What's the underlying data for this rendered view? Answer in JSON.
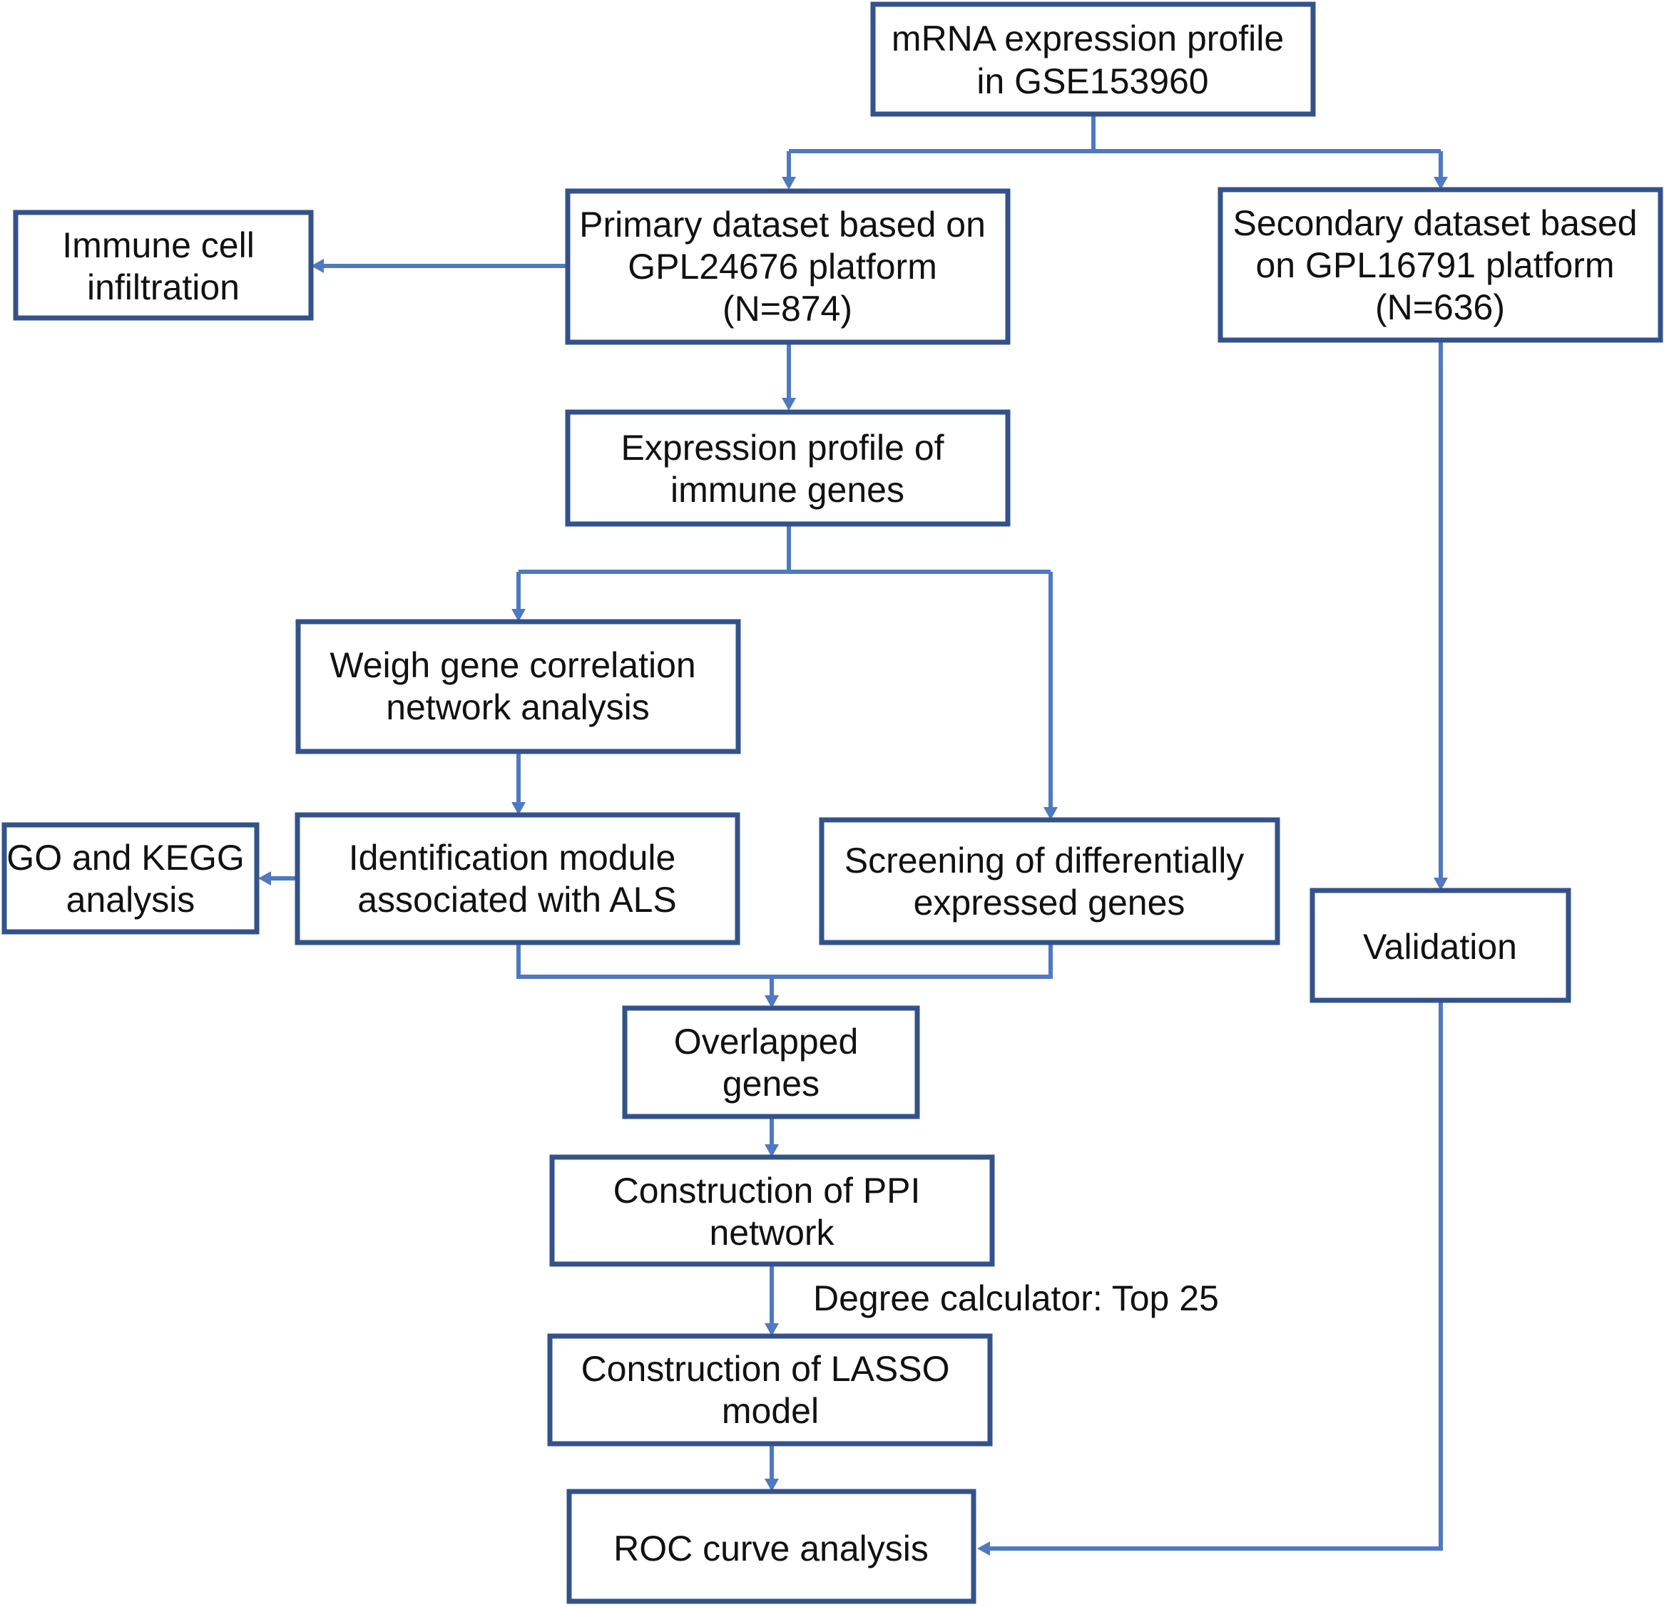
{
  "colors": {
    "box_border": "#34528a",
    "connector": "#4f79c0",
    "text": "#111111",
    "background": "#ffffff"
  },
  "nodes": {
    "mrna": {
      "lines": [
        "mRNA expression profile",
        "in GSE153960"
      ]
    },
    "primary": {
      "lines": [
        "Primary dataset based on",
        "GPL24676 platform",
        "(N=874)"
      ]
    },
    "secondary": {
      "lines": [
        "Secondary dataset based",
        "on GPL16791 platform",
        "(N=636)"
      ]
    },
    "immune_cell": {
      "lines": [
        "Immune cell",
        "infiltration"
      ]
    },
    "expression": {
      "lines": [
        "Expression profile of",
        "immune genes"
      ]
    },
    "wgcna": {
      "lines": [
        "Weigh gene correlation",
        "network analysis"
      ]
    },
    "identification": {
      "lines": [
        "Identification module",
        "associated with ALS"
      ]
    },
    "go_kegg": {
      "lines": [
        "GO and KEGG",
        "analysis"
      ]
    },
    "screening": {
      "lines": [
        "Screening of differentially",
        "expressed genes"
      ]
    },
    "validation": {
      "lines": [
        "Validation"
      ]
    },
    "overlapped": {
      "lines": [
        "Overlapped",
        "genes"
      ]
    },
    "ppi": {
      "lines": [
        "Construction of PPI",
        "network"
      ]
    },
    "lasso": {
      "lines": [
        "Construction of LASSO",
        "model"
      ]
    },
    "roc": {
      "lines": [
        "ROC curve analysis"
      ]
    }
  },
  "edge_labels": {
    "degree": "Degree calculator: Top 25"
  }
}
